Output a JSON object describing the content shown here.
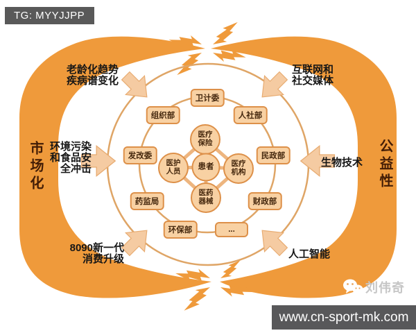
{
  "header": {
    "tag_label": "TG: MYYJJPP"
  },
  "footer": {
    "url": "www.cn-sport-mk.com"
  },
  "watermark": {
    "icon": "wechat-icon",
    "name": "刘伟奇"
  },
  "axes": {
    "left": "市场化",
    "right": "公益性"
  },
  "external_factors": {
    "top_left": "老龄化趋势\n疾病谱变化",
    "top_right": "互联网和\n社交媒体",
    "left": "环境污染\n和食品安\n全冲击",
    "right": "生物技术",
    "bottom_left": "8090新一代\n消费升级",
    "bottom_right": "人工智能"
  },
  "ring_nodes": [
    {
      "label": "卫计委"
    },
    {
      "label": "人社部"
    },
    {
      "label": "民政部"
    },
    {
      "label": "财政部"
    },
    {
      "label": "..."
    },
    {
      "label": "环保部"
    },
    {
      "label": "药监局"
    },
    {
      "label": "发改委"
    },
    {
      "label": "组织部"
    }
  ],
  "core_nodes": {
    "center": "患者",
    "top": "医疗\n保险",
    "left": "医护\n人员",
    "right": "医疗\n机构",
    "bottom": "医药\n器械"
  },
  "colors": {
    "band_orange": "#ef9a3b",
    "node_fill": "#f8d1a3",
    "node_border": "#dd9049",
    "circle_stroke": "#dfa566",
    "arrow_fill": "#f5cba2",
    "bar_gray": "#595959",
    "watermark_gray": "#c6c6c6"
  }
}
